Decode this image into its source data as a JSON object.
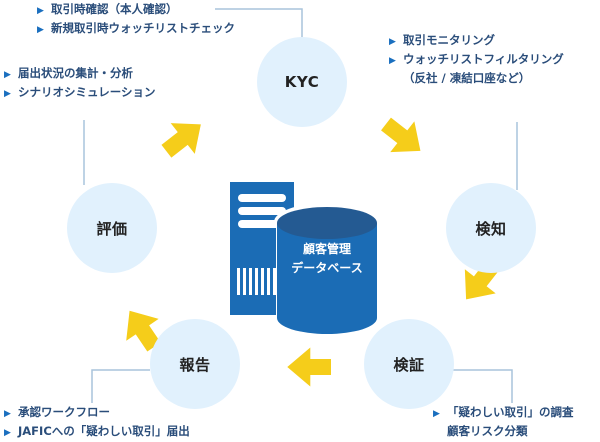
{
  "colors": {
    "circle_fill": "#e1f1fd",
    "arrow": "#f5cd1a",
    "connector": "#a9c4dc",
    "server": "#1b6cb5",
    "db_top": "#245a92",
    "note_text": "#2a4d7a",
    "bullet": "#1a6fbf"
  },
  "center": {
    "label_line1": "顧客管理",
    "label_line2": "データベース"
  },
  "stages": [
    {
      "id": "kyc",
      "label": "KYC",
      "notes": [
        {
          "bullet": true,
          "text": "取引時確認（本人確認）"
        },
        {
          "bullet": true,
          "text": "新規取引時ウォッチリストチェック"
        }
      ]
    },
    {
      "id": "detect",
      "label": "検知",
      "notes": [
        {
          "bullet": true,
          "text": "取引モニタリング"
        },
        {
          "bullet": true,
          "text": "ウォッチリストフィルタリング"
        },
        {
          "bullet": false,
          "text": "（反社 / 凍結口座など）"
        }
      ]
    },
    {
      "id": "verify",
      "label": "検証",
      "notes": [
        {
          "bullet": true,
          "text": "「疑わしい取引」の調査"
        },
        {
          "bullet": false,
          "text": "顧客リスク分類"
        }
      ]
    },
    {
      "id": "report",
      "label": "報告",
      "notes": [
        {
          "bullet": true,
          "text": "承認ワークフロー"
        },
        {
          "bullet": true,
          "text": "JAFICへの「疑わしい取引」届出"
        }
      ]
    },
    {
      "id": "evaluate",
      "label": "評価",
      "notes": [
        {
          "bullet": true,
          "text": "届出状況の集計・分析"
        },
        {
          "bullet": true,
          "text": "シナリオシミュレーション"
        }
      ]
    }
  ],
  "bullet_glyph": "▶"
}
